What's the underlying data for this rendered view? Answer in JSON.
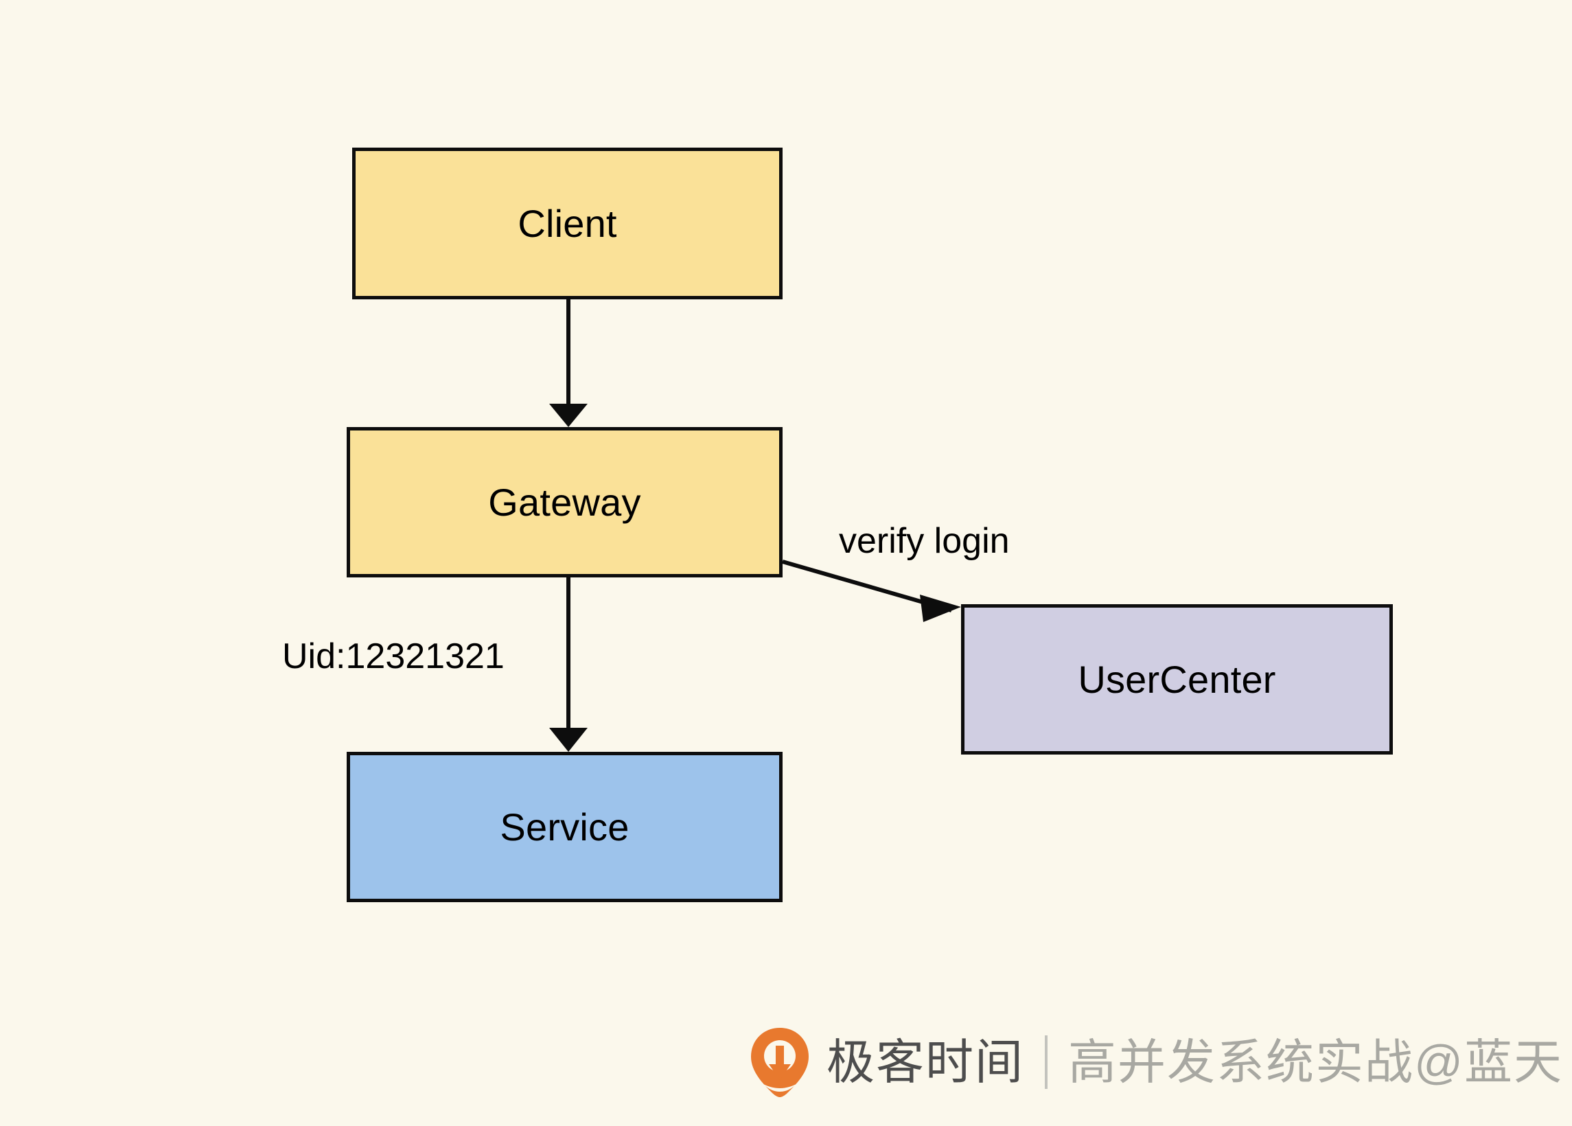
{
  "diagram": {
    "background_color": "#fbf8ec",
    "nodes": [
      {
        "id": "client",
        "label": "Client",
        "fill": "#fae198",
        "stroke": "#0d0d0d"
      },
      {
        "id": "gateway",
        "label": "Gateway",
        "fill": "#fae198",
        "stroke": "#0d0d0d"
      },
      {
        "id": "service",
        "label": "Service",
        "fill": "#9dc3eb",
        "stroke": "#0d0d0d"
      },
      {
        "id": "usercenter",
        "label": "UserCenter",
        "fill": "#d0cee2",
        "stroke": "#0d0d0d"
      }
    ],
    "edges": [
      {
        "id": "client-to-gateway",
        "from": "client",
        "to": "gateway",
        "label": ""
      },
      {
        "id": "gateway-to-service",
        "from": "gateway",
        "to": "service",
        "label": "Uid:12321321"
      },
      {
        "id": "gateway-to-usercenter",
        "from": "gateway",
        "to": "usercenter",
        "label": "verify login"
      }
    ]
  },
  "watermark": {
    "brand": "极客时间",
    "tagline": "高并发系统实战@蓝天",
    "logo_color": "#e8792e",
    "brand_color": "#4d4d4d",
    "tagline_color": "#a8a8a2"
  }
}
